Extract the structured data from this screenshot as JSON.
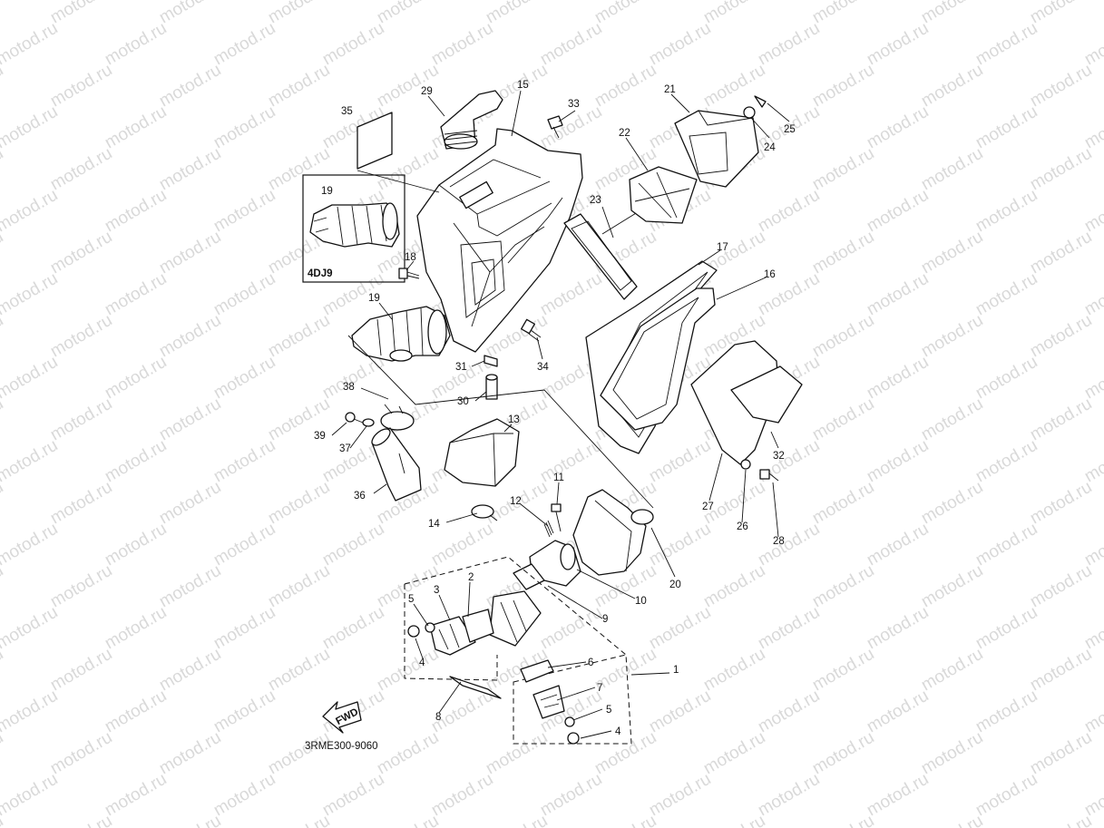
{
  "watermark": {
    "text": "motod.ru",
    "color": "#d9d9d9"
  },
  "diagram": {
    "variant_label": "4DJ9",
    "code": "3RME300-9060",
    "fwd_label": "FWD"
  },
  "callouts": [
    {
      "id": "c1",
      "text": "1"
    },
    {
      "id": "c2",
      "text": "2"
    },
    {
      "id": "c3",
      "text": "3"
    },
    {
      "id": "c4a",
      "text": "4"
    },
    {
      "id": "c4b",
      "text": "4"
    },
    {
      "id": "c5a",
      "text": "5"
    },
    {
      "id": "c5b",
      "text": "5"
    },
    {
      "id": "c6",
      "text": "6"
    },
    {
      "id": "c7",
      "text": "7"
    },
    {
      "id": "c8",
      "text": "8"
    },
    {
      "id": "c9",
      "text": "9"
    },
    {
      "id": "c10",
      "text": "10"
    },
    {
      "id": "c11",
      "text": "11"
    },
    {
      "id": "c12",
      "text": "12"
    },
    {
      "id": "c13",
      "text": "13"
    },
    {
      "id": "c14",
      "text": "14"
    },
    {
      "id": "c15",
      "text": "15"
    },
    {
      "id": "c16",
      "text": "16"
    },
    {
      "id": "c17",
      "text": "17"
    },
    {
      "id": "c18",
      "text": "18"
    },
    {
      "id": "c19a",
      "text": "19"
    },
    {
      "id": "c19b",
      "text": "19"
    },
    {
      "id": "c20",
      "text": "20"
    },
    {
      "id": "c21",
      "text": "21"
    },
    {
      "id": "c22",
      "text": "22"
    },
    {
      "id": "c23",
      "text": "23"
    },
    {
      "id": "c24",
      "text": "24"
    },
    {
      "id": "c25",
      "text": "25"
    },
    {
      "id": "c26",
      "text": "26"
    },
    {
      "id": "c27",
      "text": "27"
    },
    {
      "id": "c28",
      "text": "28"
    },
    {
      "id": "c29",
      "text": "29"
    },
    {
      "id": "c30",
      "text": "30"
    },
    {
      "id": "c31",
      "text": "31"
    },
    {
      "id": "c32",
      "text": "32"
    },
    {
      "id": "c33",
      "text": "33"
    },
    {
      "id": "c34",
      "text": "34"
    },
    {
      "id": "c35",
      "text": "35"
    },
    {
      "id": "c36",
      "text": "36"
    },
    {
      "id": "c37",
      "text": "37"
    },
    {
      "id": "c38",
      "text": "38"
    },
    {
      "id": "c39",
      "text": "39"
    }
  ]
}
